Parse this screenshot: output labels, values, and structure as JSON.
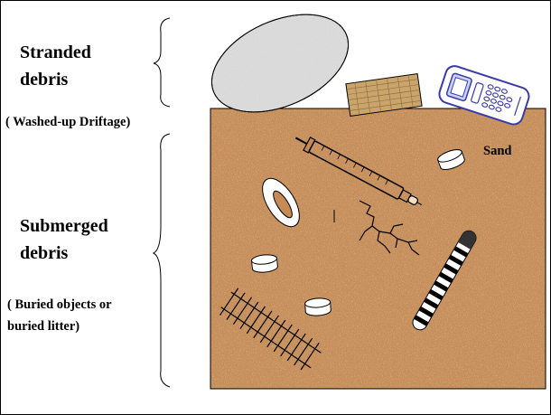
{
  "labels": {
    "stranded_line1": "Stranded",
    "stranded_line2": "debris",
    "washed_up": "( Washed-up Driftage)",
    "submerged_line1": "Submerged",
    "submerged_line2": "debris",
    "buried_line1": "( Buried objects or",
    "buried_line2": "buried litter)",
    "sand": "Sand"
  },
  "colors": {
    "sand": "#c68a55",
    "sand_dark": "#8f5a2e",
    "sand_light": "#e2b487",
    "rock": "#dcdcdc",
    "board": "#c9a46b",
    "phone_blue": "#3a3aa8"
  },
  "icons": [
    "rock-icon",
    "wooden-plank-icon",
    "mobile-phone-icon",
    "syringe-icon",
    "bottle-cap-icon",
    "washer-ring-icon",
    "grid-fragment-icon",
    "striped-rod-icon",
    "twig-icon"
  ]
}
